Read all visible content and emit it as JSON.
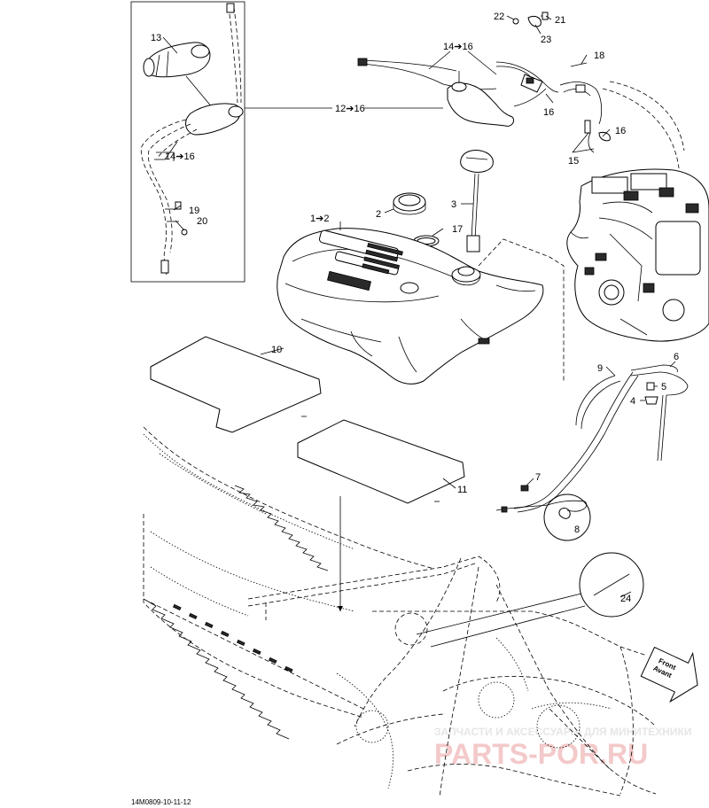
{
  "callouts": {
    "c13": "13",
    "c14_16a": "14➔16",
    "c12_16": "12➔16",
    "c19": "19",
    "c20": "20",
    "c22": "22",
    "c21": "21",
    "c23": "23",
    "c14_16b": "14➔16",
    "c18": "18",
    "c16a": "16",
    "c16b": "16",
    "c15": "15",
    "c3": "3",
    "c2": "2",
    "c1_2": "1➔2",
    "c17": "17",
    "c10": "10",
    "c9": "9",
    "c6": "6",
    "c5": "5",
    "c4": "4",
    "c11": "11",
    "c7": "7",
    "c8": "8",
    "c24": "24"
  },
  "front_arrow": {
    "line1": "Front",
    "line2": "Avant"
  },
  "drawing_code": "14M0809-10-11-12",
  "watermark": {
    "line1": "ЗАПЧАСТИ И АКСЕССУАРЫ ДЛЯ МИНИТЕХНИКИ",
    "line2": "PARTS-POR.RU"
  }
}
